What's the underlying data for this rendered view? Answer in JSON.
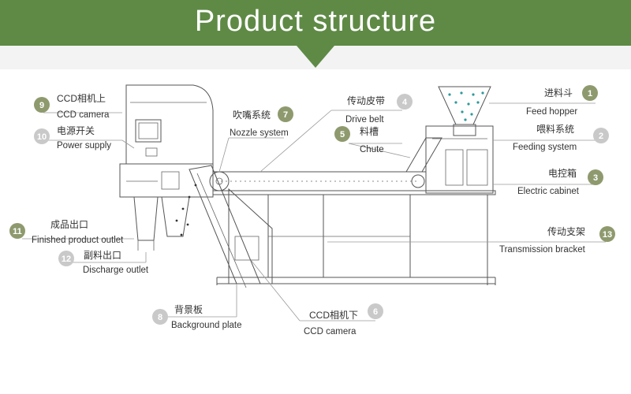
{
  "header": {
    "title": "Product structure"
  },
  "colors": {
    "banner": "#5f8a46",
    "badge_green": "#8e9a6e",
    "badge_grey": "#c9c9c9"
  },
  "components": [
    {
      "num": "1",
      "cn": "进料斗",
      "en": "Feed hopper"
    },
    {
      "num": "2",
      "cn": "喂料系统",
      "en": "Feeding system"
    },
    {
      "num": "3",
      "cn": "电控箱",
      "en": "Electric cabinet"
    },
    {
      "num": "4",
      "cn": "传动皮带",
      "en": "Drive belt"
    },
    {
      "num": "5",
      "cn": "料槽",
      "en": "Chute"
    },
    {
      "num": "6",
      "cn": "CCD相机下",
      "en": "CCD camera"
    },
    {
      "num": "7",
      "cn": "吹嘴系统",
      "en": "Nozzle system"
    },
    {
      "num": "8",
      "cn": "背景板",
      "en": "Background plate"
    },
    {
      "num": "9",
      "cn": "CCD相机上",
      "en": "CCD camera"
    },
    {
      "num": "10",
      "cn": "电源开关",
      "en": "Power supply"
    },
    {
      "num": "11",
      "cn": "成品出口",
      "en": "Finished product outlet"
    },
    {
      "num": "12",
      "cn": "副料出口",
      "en": "Discharge outlet"
    },
    {
      "num": "13",
      "cn": "传动支架",
      "en": "Transmission bracket"
    }
  ]
}
